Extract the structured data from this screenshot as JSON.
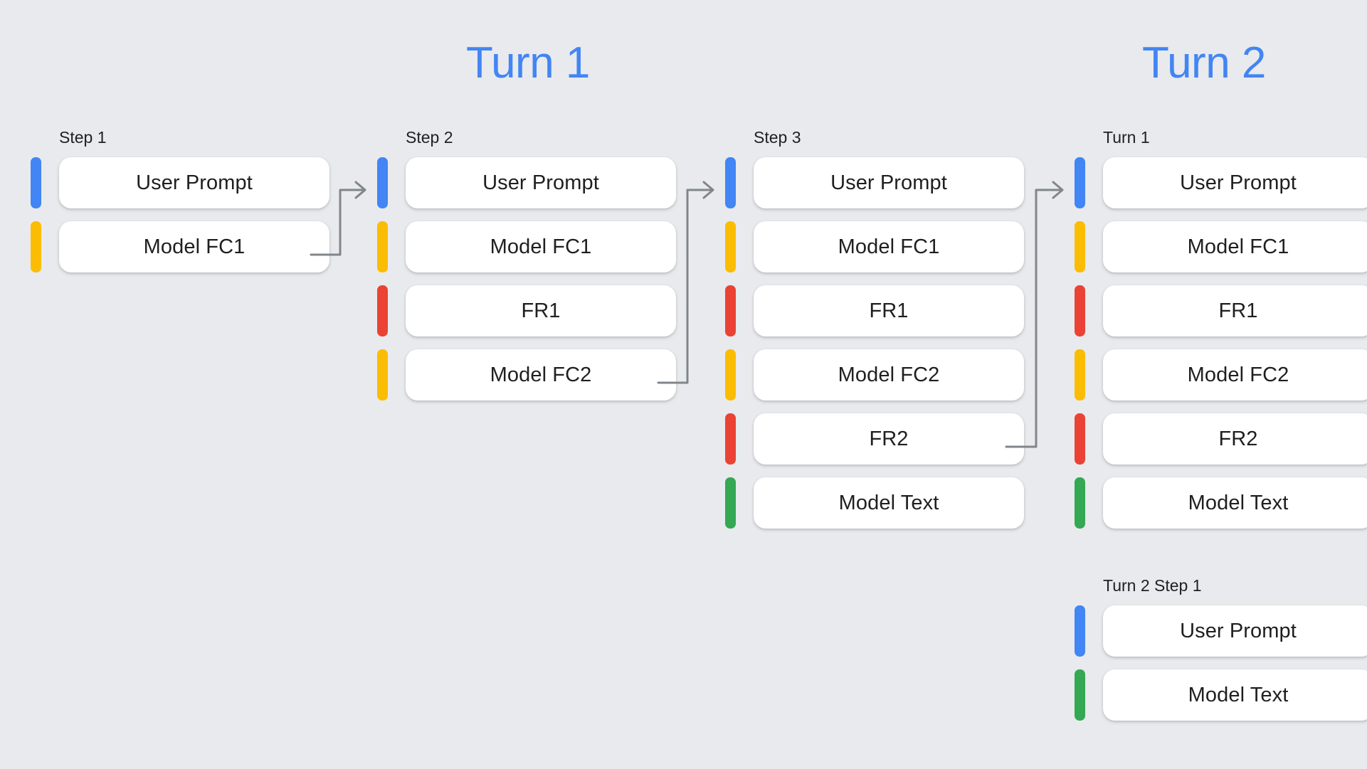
{
  "background": "#e8eaed",
  "palette": {
    "blue": "#4285f4",
    "yellow": "#fbbc04",
    "red": "#ea4335",
    "green": "#34a853",
    "heading_blue": "#4285f4",
    "card_bg": "#ffffff",
    "text": "#1f1f1f",
    "connector": "#80868b"
  },
  "headings": [
    {
      "label": "Turn 1"
    },
    {
      "label": "Turn 2"
    }
  ],
  "columns": [
    {
      "label": "Step 1",
      "rows": [
        {
          "label": "User Prompt",
          "color": "blue"
        },
        {
          "label": "Model FC1",
          "color": "yellow"
        }
      ]
    },
    {
      "label": "Step 2",
      "rows": [
        {
          "label": "User Prompt",
          "color": "blue"
        },
        {
          "label": "Model FC1",
          "color": "yellow"
        },
        {
          "label": "FR1",
          "color": "red"
        },
        {
          "label": "Model FC2",
          "color": "yellow"
        }
      ]
    },
    {
      "label": "Step 3",
      "rows": [
        {
          "label": "User Prompt",
          "color": "blue"
        },
        {
          "label": "Model FC1",
          "color": "yellow"
        },
        {
          "label": "FR1",
          "color": "red"
        },
        {
          "label": "Model FC2",
          "color": "yellow"
        },
        {
          "label": "FR2",
          "color": "red"
        },
        {
          "label": "Model Text",
          "color": "green"
        }
      ]
    },
    {
      "label": "Turn 1",
      "rows": [
        {
          "label": "User Prompt",
          "color": "blue"
        },
        {
          "label": "Model FC1",
          "color": "yellow"
        },
        {
          "label": "FR1",
          "color": "red"
        },
        {
          "label": "Model FC2",
          "color": "yellow"
        },
        {
          "label": "FR2",
          "color": "red"
        },
        {
          "label": "Model Text",
          "color": "green"
        }
      ]
    },
    {
      "label": "Turn 2 Step 1",
      "rows": [
        {
          "label": "User Prompt",
          "color": "blue"
        },
        {
          "label": "Model Text",
          "color": "green"
        }
      ]
    }
  ],
  "connectors": [
    {
      "from": "step-1-model-fc1",
      "to": "step-2-user-prompt"
    },
    {
      "from": "step-2-model-fc2",
      "to": "step-3-user-prompt"
    },
    {
      "from": "step-3-fr2",
      "to": "turn-1-user-prompt"
    }
  ]
}
